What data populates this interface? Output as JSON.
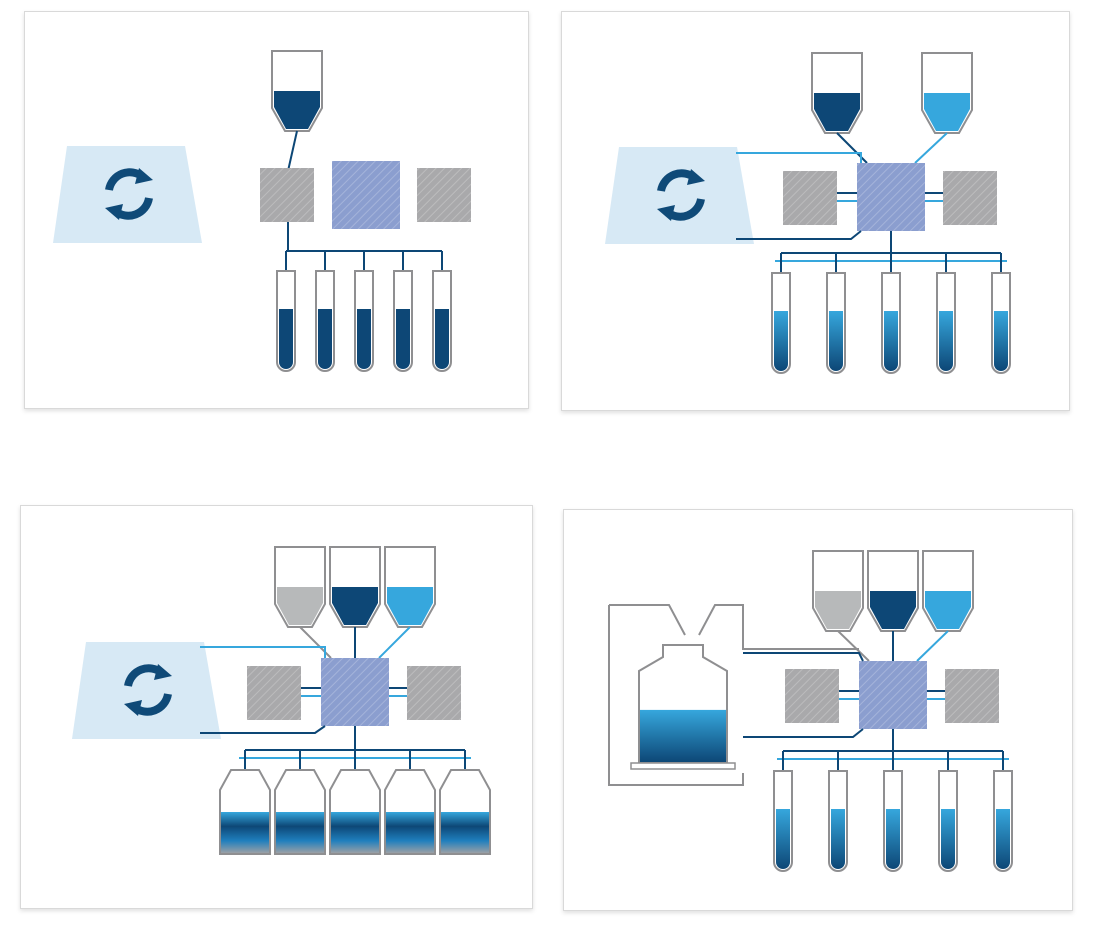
{
  "colors": {
    "dark_fluid": "#0d4776",
    "mid_fluid": "#1f7fbd",
    "light_fluid": "#36a7dd",
    "gray_fluid": "#b7b9ba",
    "hub": "#8b9ecf",
    "side_module": "#a9a9ab",
    "recycle_bg": "#d7e9f5",
    "recycle_icon": "#0f4a78",
    "outline": "#8f8f91",
    "panel_border": "#d9d9d9",
    "line_dark": "#0d4776",
    "line_light": "#36a7dd"
  },
  "icons": {
    "recycle": "recycle-arrows-icon",
    "source": "hopper-container-icon",
    "tube": "test-tube-icon",
    "bottle": "bottle-icon",
    "tank": "vessel-icon"
  },
  "panels": [
    {
      "id": "panel-1",
      "has_recycle": true,
      "source_fluids": [
        "dark"
      ],
      "hub_side_links": false,
      "outputs": {
        "kind": "tube",
        "count": 5,
        "fill_level": 0.62,
        "fill": "dark"
      },
      "has_vessel": false
    },
    {
      "id": "panel-2",
      "has_recycle": true,
      "source_fluids": [
        "dark",
        "light"
      ],
      "hub_side_links": true,
      "outputs": {
        "kind": "tube",
        "count": 5,
        "fill_level": 0.62,
        "fill": "gradient"
      },
      "has_vessel": false
    },
    {
      "id": "panel-3",
      "has_recycle": true,
      "source_fluids": [
        "gray",
        "dark",
        "light"
      ],
      "hub_side_links": true,
      "outputs": {
        "kind": "bottle",
        "count": 5,
        "fill_level": 0.5,
        "fill": "band"
      },
      "has_vessel": false
    },
    {
      "id": "panel-4",
      "has_recycle": false,
      "source_fluids": [
        "gray",
        "dark",
        "light"
      ],
      "hub_side_links": true,
      "outputs": {
        "kind": "tube",
        "count": 5,
        "fill_level": 0.62,
        "fill": "gradient"
      },
      "has_vessel": true,
      "vessel_fill_level": 0.45
    }
  ]
}
